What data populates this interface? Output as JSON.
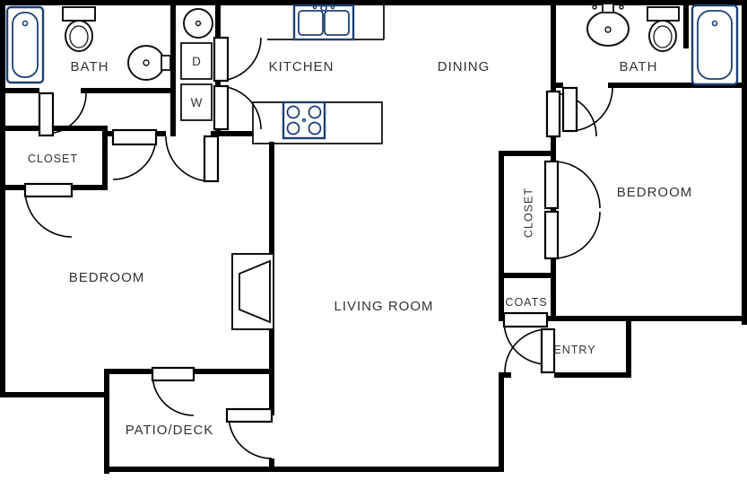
{
  "colors": {
    "walls": "#000000",
    "fixtures_blue": "#1e3f72",
    "fixtures_dark": "#111111",
    "text": "#333333",
    "background": "#ffffff"
  },
  "rooms": {
    "bath_left": "BATH",
    "kitchen": "KITCHEN",
    "dining": "DINING",
    "bath_right": "BATH",
    "closet_left": "CLOSET",
    "bedroom_left": "BEDROOM",
    "bedroom_right": "BEDROOM",
    "living_room": "LIVING ROOM",
    "closet_right": "CLOSET",
    "coats": "COATS",
    "entry": "ENTRY",
    "patio": "PATIO/DECK"
  },
  "appliances": {
    "dryer_label": "D",
    "washer_label": "W"
  },
  "fixtures": {
    "bath_left": [
      "bathtub-icon",
      "toilet-icon",
      "sink-icon"
    ],
    "laundry": [
      "water-heater-icon",
      "dryer-box",
      "washer-box"
    ],
    "kitchen": [
      "kitchen-sink-icon",
      "stove-icon"
    ],
    "bath_right": [
      "sink-icon",
      "toilet-icon",
      "bathtub-icon"
    ],
    "living_room": [
      "fireplace-icon"
    ]
  }
}
